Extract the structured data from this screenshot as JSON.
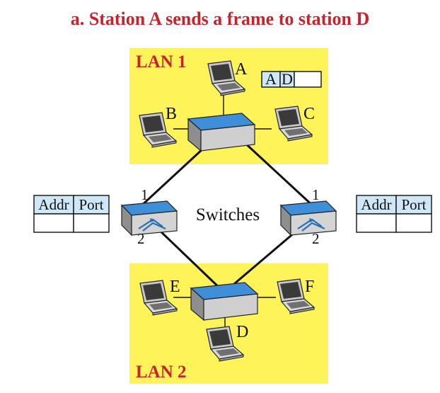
{
  "title": "a. Station A sends a frame to station D",
  "lans": [
    {
      "label": "LAN 1",
      "stations": [
        "A",
        "B",
        "C"
      ]
    },
    {
      "label": "LAN 2",
      "stations": [
        "D",
        "E",
        "F"
      ]
    }
  ],
  "switches": {
    "label": "Switches",
    "left": {
      "port_top": "1",
      "port_bottom": "2"
    },
    "right": {
      "port_top": "1",
      "port_bottom": "2"
    }
  },
  "frame": {
    "destination": "A",
    "source": "D"
  },
  "tables": {
    "left": {
      "headers": [
        "Addr",
        "Port"
      ],
      "rows": [
        [
          "",
          ""
        ]
      ]
    },
    "right": {
      "headers": [
        "Addr",
        "Port"
      ],
      "rows": [
        [
          "",
          ""
        ]
      ]
    }
  },
  "colors": {
    "title": "#c8232c",
    "lan_background": "#fff35a",
    "hub_top": "#3f8fd8",
    "table_header": "#cfe8f7"
  }
}
